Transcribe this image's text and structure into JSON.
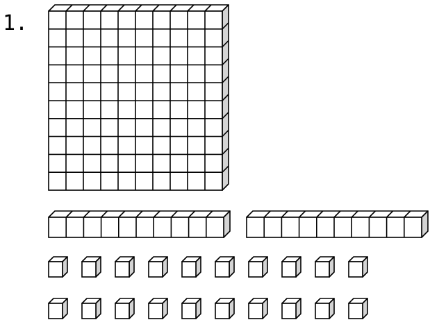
{
  "problem": {
    "number_label": "1."
  },
  "blocks": {
    "hundreds": 1,
    "tens": 2,
    "ones": 20,
    "hundred_grid": {
      "rows": 10,
      "cols": 10
    }
  },
  "colors": {
    "face": "#ffffff",
    "side": "#d4d4d4",
    "stroke": "#000000"
  }
}
